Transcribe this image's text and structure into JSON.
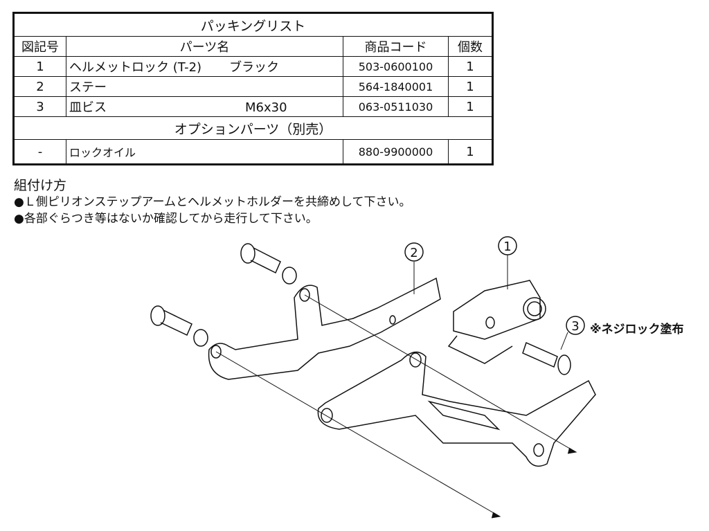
{
  "packing_list": {
    "title": "パッキングリスト",
    "headers": [
      "図記号",
      "パーツ名",
      "商品コード",
      "個数"
    ],
    "rows": [
      {
        "no": "1",
        "name": "ヘルメットロック (T-2)",
        "spec": "ブラック",
        "code": "503-0600100",
        "qty": "1"
      },
      {
        "no": "2",
        "name": "ステー",
        "spec": "",
        "code": "564-1840001",
        "qty": "1"
      },
      {
        "no": "3",
        "name": "皿ビス",
        "spec": "M6x30",
        "code": "063-0511030",
        "qty": "1"
      }
    ],
    "option_title": "オプションパーツ（別売）",
    "option_rows": [
      {
        "no": "-",
        "name": "ロックオイル",
        "code": "880-9900000",
        "qty": "1"
      }
    ]
  },
  "instructions": {
    "heading": "組付け方",
    "steps": [
      "●Ｌ側ピリオンステップアームとヘルメットホルダーを共締めして下さい。",
      "●各部ぐらつき等はないか確認してから走行して下さい。"
    ]
  },
  "diagram": {
    "labels": [
      "1",
      "2",
      "3"
    ],
    "note": "※ネジロック塗布"
  }
}
